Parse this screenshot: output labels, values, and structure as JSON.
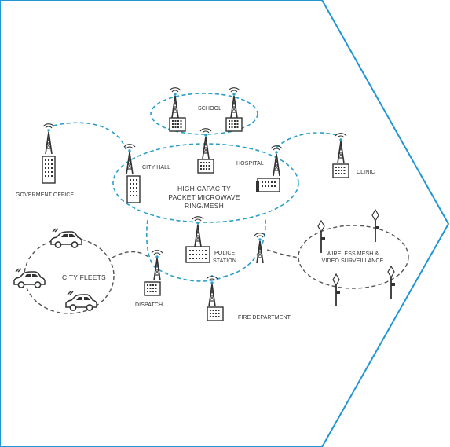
{
  "colors": {
    "frame": "#2196d3",
    "link": "#2a9fc9",
    "ring": "#2a9fc9",
    "dark": "#333333",
    "gray": "#555555",
    "signal": "#2a9fc9"
  },
  "labels": {
    "school": "SCHOOL",
    "city_hall": "CITY HALL",
    "hospital": "HOSPITAL",
    "clinic": "CLINIC",
    "government_office": "GOVERMENT OFFICE",
    "ring_line1": "HIGH CAPACITY",
    "ring_line2": "PACKET MICROWAVE",
    "ring_line3": "RING/MESH",
    "city_fleets": "CITY FLEETS",
    "dispatch": "DISPATCH",
    "police_line1": "POLICE",
    "police_line2": "STATION",
    "fire_department": "FIRE DEPARTMENT",
    "wireless_line1": "WIRELESS MESH &",
    "wireless_line2": "VIDEO SURVEILLANCE"
  },
  "icons": {
    "tower": "radio-tower-icon",
    "building": "building-icon",
    "car": "car-icon",
    "camera_pole": "camera-pole-icon"
  }
}
